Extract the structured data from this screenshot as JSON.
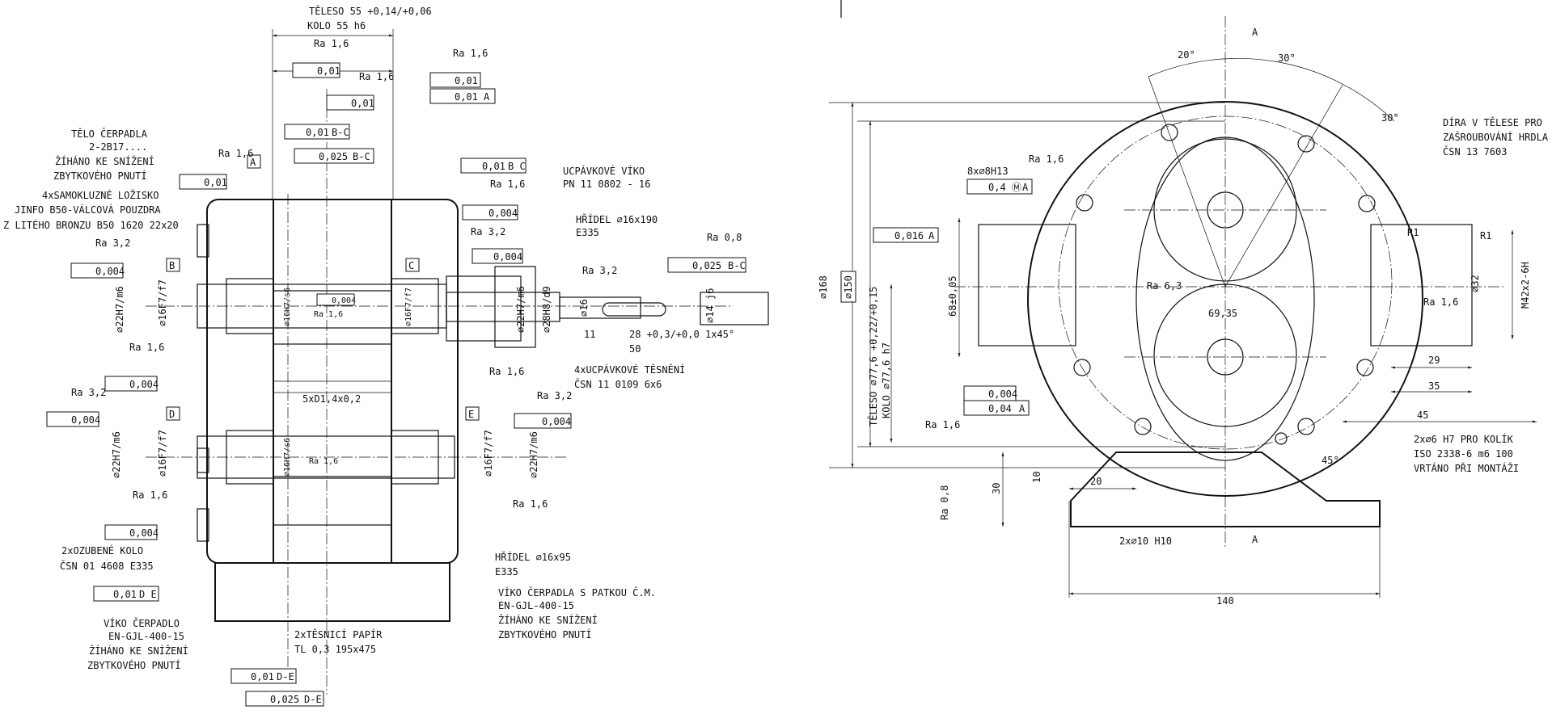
{
  "left_view": {
    "top_note": [
      "TĚLESO 55 +0,14/+0,06",
      "KOLO 55 h6"
    ],
    "callouts_left": [
      {
        "name": "pump-body-note",
        "lines": [
          "TĚLO ČERPADLA",
          "2-2B17....",
          "ŽÍHÁNO KE SNÍŽENÍ",
          "ZBYTKOVÉHO PNUTÍ"
        ]
      },
      {
        "name": "bearing-note",
        "lines": [
          "4xSAMOKLUZNÉ LOŽISKO",
          "JINFO B50-VÁLCOVÁ POUZDRA",
          "Z LITÉHO BRONZU B50 1620 22x20"
        ]
      },
      {
        "name": "gear-note",
        "lines": [
          "2xOZUBENÉ KOLO",
          "ČSN 01 4608 E335"
        ]
      },
      {
        "name": "cover-left-note",
        "lines": [
          "VÍKO ČERPADLO",
          "EN-GJL-400-15",
          "ŽÍHÁNO KE SNÍŽENÍ",
          "ZBYTKOVÉHO PNUTÍ"
        ]
      }
    ],
    "callouts_right": [
      {
        "name": "gland-cover-note",
        "lines": [
          "UCPÁVKOVÉ VÍKO",
          "PN 11 0802 - 16"
        ]
      },
      {
        "name": "shaft-note",
        "lines": [
          "HŘÍDEL ⌀16x190",
          "E335"
        ]
      },
      {
        "name": "packing-note",
        "lines": [
          "4xUCPÁVKOVÉ TĚSNĚNÍ",
          "ČSN 11 0109 6x6"
        ]
      },
      {
        "name": "shaft2-note",
        "lines": [
          "HŘÍDEL ⌀16x95",
          "E335"
        ]
      },
      {
        "name": "cover-right-note",
        "lines": [
          "VÍKO ČERPADLA S PATKOU Č.M.",
          "EN-GJL-400-15",
          "ŽÍHÁNO KE SNÍŽENÍ",
          "ZBYTKOVÉHO PNUTÍ"
        ]
      }
    ],
    "paper_note": [
      "2xTĚSNICÍ PAPÍR",
      "TL 0,3 195x475"
    ],
    "screws_note": "5xD1,4x0,2",
    "datums": [
      "A",
      "B",
      "C",
      "D",
      "E"
    ],
    "roughness": [
      "Ra 1,6",
      "Ra 1,6",
      "Ra 1,6",
      "Ra 1,6",
      "Ra 3,2",
      "Ra 1,6",
      "Ra 1,6",
      "Ra 3,2",
      "Ra 3,2",
      "Ra 1,6",
      "Ra 1,6",
      "Ra 3,2",
      "Ra 0,8",
      "Ra 1,6",
      "Ra 1,6",
      "Ra 1,6",
      "Ra 3,2"
    ],
    "tolerances": [
      {
        "sym": "flatness",
        "val": "0,01",
        "ref": ""
      },
      {
        "sym": "flatness",
        "val": "0,01",
        "ref": ""
      },
      {
        "sym": "flatness",
        "val": "0,01",
        "ref": ""
      },
      {
        "sym": "flatness",
        "val": "0,01",
        "ref": ""
      },
      {
        "sym": "parallel",
        "val": "0,01",
        "ref": "A"
      },
      {
        "sym": "runout",
        "val": "0,01",
        "ref": "B-C"
      },
      {
        "sym": "total-runout",
        "val": "0,025",
        "ref": "B-C"
      },
      {
        "sym": "runout",
        "val": "0,01",
        "ref": "B C"
      },
      {
        "sym": "cylindricity",
        "val": "0,004",
        "ref": ""
      },
      {
        "sym": "cylindricity",
        "val": "0,004",
        "ref": ""
      },
      {
        "sym": "cylindricity",
        "val": "0,004",
        "ref": ""
      },
      {
        "sym": "total-runout",
        "val": "0,025",
        "ref": "B-C"
      },
      {
        "sym": "cylindricity",
        "val": "0,004",
        "ref": ""
      },
      {
        "sym": "cylindricity",
        "val": "0,004",
        "ref": ""
      },
      {
        "sym": "cylindricity",
        "val": "0,004",
        "ref": ""
      },
      {
        "sym": "cylindricity",
        "val": "0,004",
        "ref": ""
      },
      {
        "sym": "cylindricity",
        "val": "0,004",
        "ref": ""
      },
      {
        "sym": "runout",
        "val": "0,01",
        "ref": "D E"
      },
      {
        "sym": "runout",
        "val": "0,01",
        "ref": "D-E"
      },
      {
        "sym": "total-runout",
        "val": "0,025",
        "ref": "D-E"
      }
    ],
    "dims_vertical": [
      "⌀22H7/m6",
      "⌀16F7/f7",
      "⌀16H7/s6",
      "⌀16F7/f7",
      "⌀22H7/m6",
      "⌀28H8/d9",
      "⌀16",
      "⌀14 j6",
      "⌀22H7/m6",
      "⌀16F7/f7",
      "⌀16H7/s6",
      "⌀16F7/f7",
      "⌀22H7/m6"
    ],
    "dims_horizontal": [
      "11",
      "28 +0,3/+0,0",
      "50",
      "1x45°"
    ]
  },
  "right_view": {
    "angles": [
      "20°",
      "30°",
      "30°",
      "45°"
    ],
    "section_marks": [
      "A",
      "A"
    ],
    "hole_note": "8x⌀8H13",
    "hole_tolerance": {
      "val": "0,4 Ⓜ",
      "ref": "A"
    },
    "perp_tol": {
      "val": "0,016",
      "ref": "A"
    },
    "bottom_tols": [
      {
        "sym": "cylindricity",
        "val": "0,004",
        "ref": ""
      },
      {
        "sym": "perpendicular",
        "val": "0,04",
        "ref": "A"
      }
    ],
    "dims": [
      "⌀168",
      "⌀150",
      "TĚLESO ⌀77,6 +0,22/+0,15",
      "KOLO ⌀77,6 h7",
      "68±0,05",
      "69,35",
      "R1",
      "R1",
      "⌀32",
      "M42x2-6H",
      "29",
      "35",
      "45",
      "30",
      "10",
      "20",
      "2x⌀10 H10",
      "140",
      "Ra 6,3",
      "Ra 1,6",
      "Ra 1,6",
      "Ra 1,6",
      "Ra 0,8"
    ],
    "notes": [
      {
        "name": "port-note",
        "lines": [
          "DÍRA V TĚLESE PRO",
          "ZAŠROUBOVÁNÍ HRDLA",
          "ČSN 13 7603"
        ]
      },
      {
        "name": "pin-note",
        "lines": [
          "2x⌀6 H7 PRO KOLÍK",
          "ISO 2338-6 m6 100",
          "VRTÁNO PŘI MONTÁŽI"
        ]
      }
    ]
  }
}
